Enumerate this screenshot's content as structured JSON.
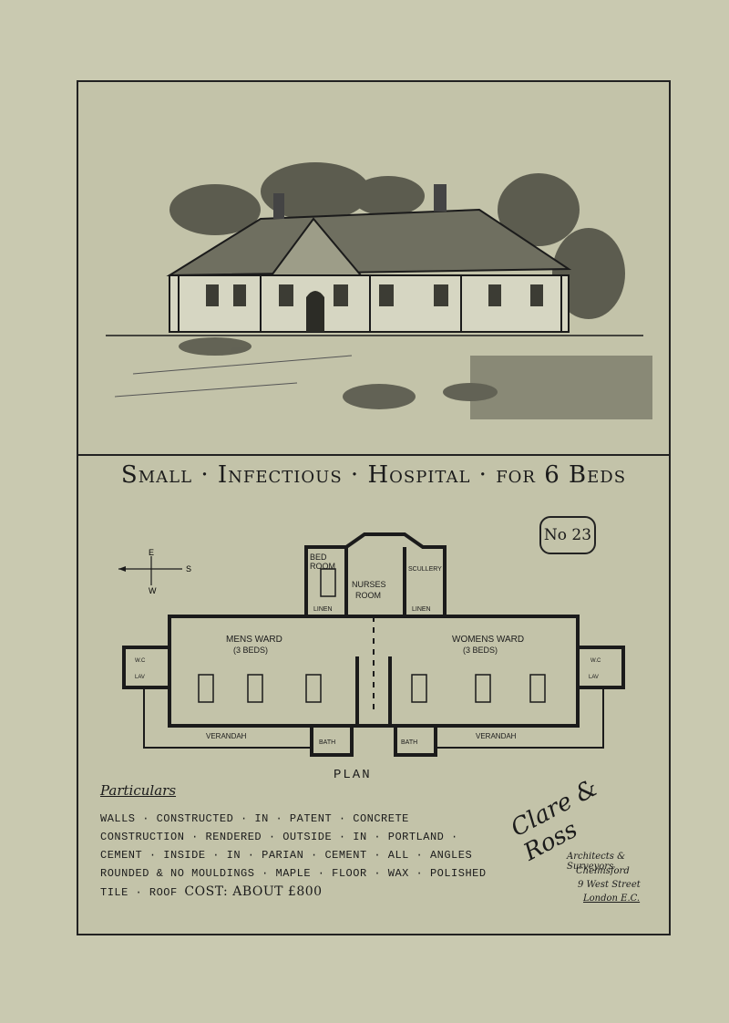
{
  "title": "Small · Infectious · Hospital · for 6 Beds",
  "plate_number": "No 23",
  "compass": {
    "north": "E",
    "east": "S",
    "south": "W"
  },
  "plan": {
    "label": "PLAN",
    "rooms": {
      "bedroom_line1": "BED",
      "bedroom_line2": "ROOM",
      "nurses_line1": "NURSES",
      "nurses_line2": "ROOM",
      "scullery": "SCULLERY",
      "linen_left": "LINEN",
      "linen_right": "LINEN",
      "mens_ward": "MENS WARD",
      "mens_beds": "(3 BEDS)",
      "womens_ward": "WOMENS WARD",
      "womens_beds": "(3 BEDS)",
      "veranda_left": "VERANDAH",
      "veranda_right": "VERANDAH",
      "bath_left": "BATH",
      "bath_right": "BATH",
      "wc_left": "W.C",
      "lav_left": "LAV",
      "wc_right": "W.C",
      "lav_right": "LAV"
    }
  },
  "particulars": {
    "heading": "Particulars",
    "lines": [
      "Walls · constructed · in · patent · concrete",
      "construction · rendered · outside · in · portland ·",
      "cement · inside · in · parian · cement · all · angles",
      "rounded & no mouldings · maple · floor · wax · polished"
    ],
    "last_prefix": "tile · roof",
    "cost": "Cost: about £800"
  },
  "signature": {
    "name": "Clare & Ross",
    "role": "Architects & Surveyors",
    "town": "Chelmsford",
    "street": "9 West Street",
    "city": "London E.C."
  },
  "colors": {
    "paper": "#c9c9b0",
    "ink": "#1b1b1b"
  }
}
